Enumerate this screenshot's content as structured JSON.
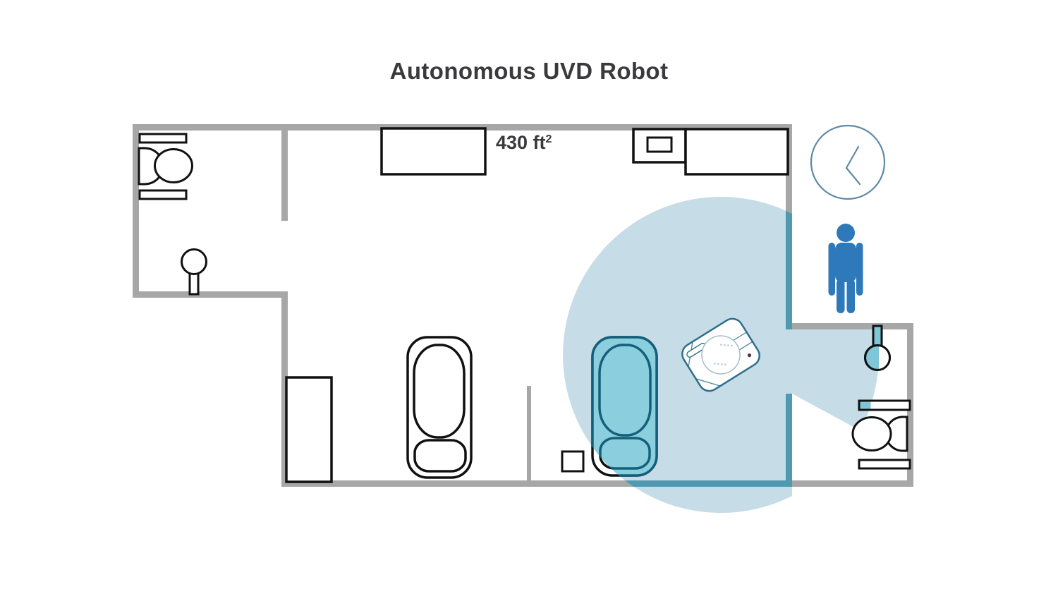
{
  "title": "Autonomous UVD Robot",
  "floor_plan": {
    "area_label": "430 ft",
    "area_label_superscript": "2"
  },
  "icons": {
    "clock": "clock-icon",
    "person": "person-icon",
    "robot": "uvd-robot-icon",
    "toilet": "toilet-icon",
    "sink": "pedestal-sink-icon",
    "bed": "hospital-bed-icon",
    "uv_zone": "uv-light-coverage-area"
  },
  "colors": {
    "uv_light": "#c6dce6",
    "lit_wall": "#4f9ab1",
    "lit_fixture": "#7ec6d8",
    "bed_lit_fill": "#8bcedd",
    "bed_lit_stroke": "#14607a",
    "wall": "#a7a7a7",
    "outline": "#111111",
    "person_blue": "#2e79ba",
    "clock_stroke": "#5d89a8",
    "robot_stroke": "#2f6f8e",
    "robot_dot_colors": [
      "#1d6fae",
      "#7d4a68",
      "#27857c",
      "#5e2c47"
    ],
    "title_color": "#3a3a3c"
  }
}
